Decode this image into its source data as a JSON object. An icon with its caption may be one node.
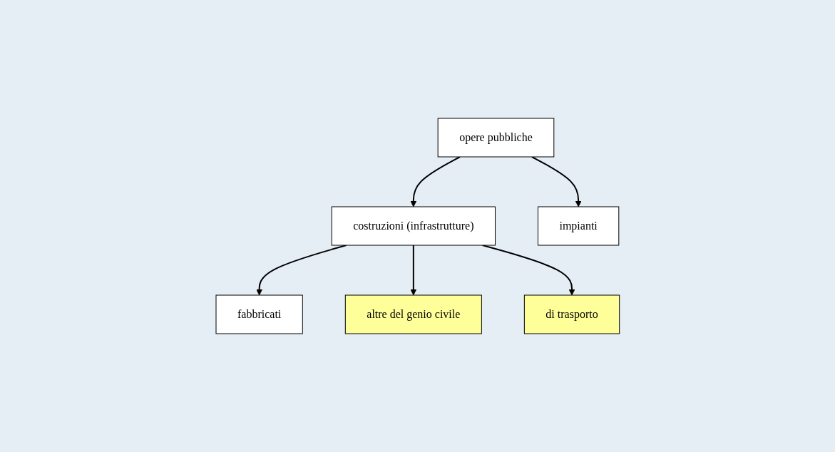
{
  "diagram": {
    "nodes": [
      {
        "text": [
          "opere pubbliche"
        ]
      },
      {
        "text": [
          "costruzioni (infrastrutture)"
        ]
      },
      {
        "text": [
          "impianti"
        ]
      },
      {
        "text": [
          "fabbricati"
        ]
      },
      {
        "text": [
          "altre del genio civile"
        ]
      },
      {
        "text": [
          "di trasporto"
        ]
      }
    ],
    "edges": [
      {
        "from": 0,
        "to": 1,
        "arrow": "to"
      },
      {
        "from": 0,
        "to": 2,
        "arrow": "to"
      },
      {
        "from": 1,
        "to": 3,
        "arrow": "to"
      },
      {
        "from": 1,
        "to": 4,
        "arrow": "to"
      },
      {
        "from": 1,
        "to": 5,
        "arrow": "to"
      }
    ]
  }
}
